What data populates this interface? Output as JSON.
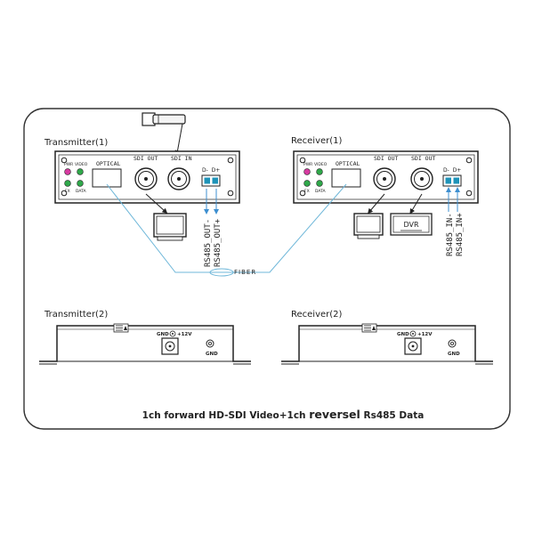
{
  "transmitter1": {
    "title": "Transmitter(1)",
    "panel": {
      "led_labels": [
        "PWR",
        "VIDEO",
        "FX",
        "DATA"
      ],
      "optical_label": "OPTICAL",
      "sdi_out_label": "SDI OUT",
      "sdi_in_label": "SDI IN",
      "terminal_label": "D-  D+"
    },
    "rs485_labels": [
      "RS485_OUT-",
      "RS485_OUT+"
    ]
  },
  "receiver1": {
    "title": "Receiver(1)",
    "panel": {
      "led_labels": [
        "PWR",
        "VIDEO",
        "FX",
        "DATA"
      ],
      "optical_label": "OPTICAL",
      "sdi_out_label": "SDI OUT",
      "sdi_in_label": "SDI OUT",
      "terminal_label": "D-  D+"
    },
    "rs485_labels": [
      "RS485_IN-",
      "RS485_IN+"
    ],
    "dvr_label": "DVR"
  },
  "fiber_label": "FIBER",
  "transmitter2": {
    "title": "Transmitter(2)",
    "gnd_label": "GND",
    "power_label": "+12V",
    "gnd_post_label": "GND"
  },
  "receiver2": {
    "title": "Receiver(2)",
    "gnd_label": "GND",
    "power_label": "+12V",
    "gnd_post_label": "GND"
  },
  "caption": {
    "part1": "1ch forward HD-SDI Video+1ch ",
    "part2": "reversel",
    "part3": " Rs485 Data"
  },
  "colors": {
    "pwr_led": "#d63aa0",
    "status_led": "#2fa84a",
    "fiber": "#6fb7d9",
    "rs485_arrow": "#3d8fd0",
    "terminal": "#1e93b8"
  }
}
